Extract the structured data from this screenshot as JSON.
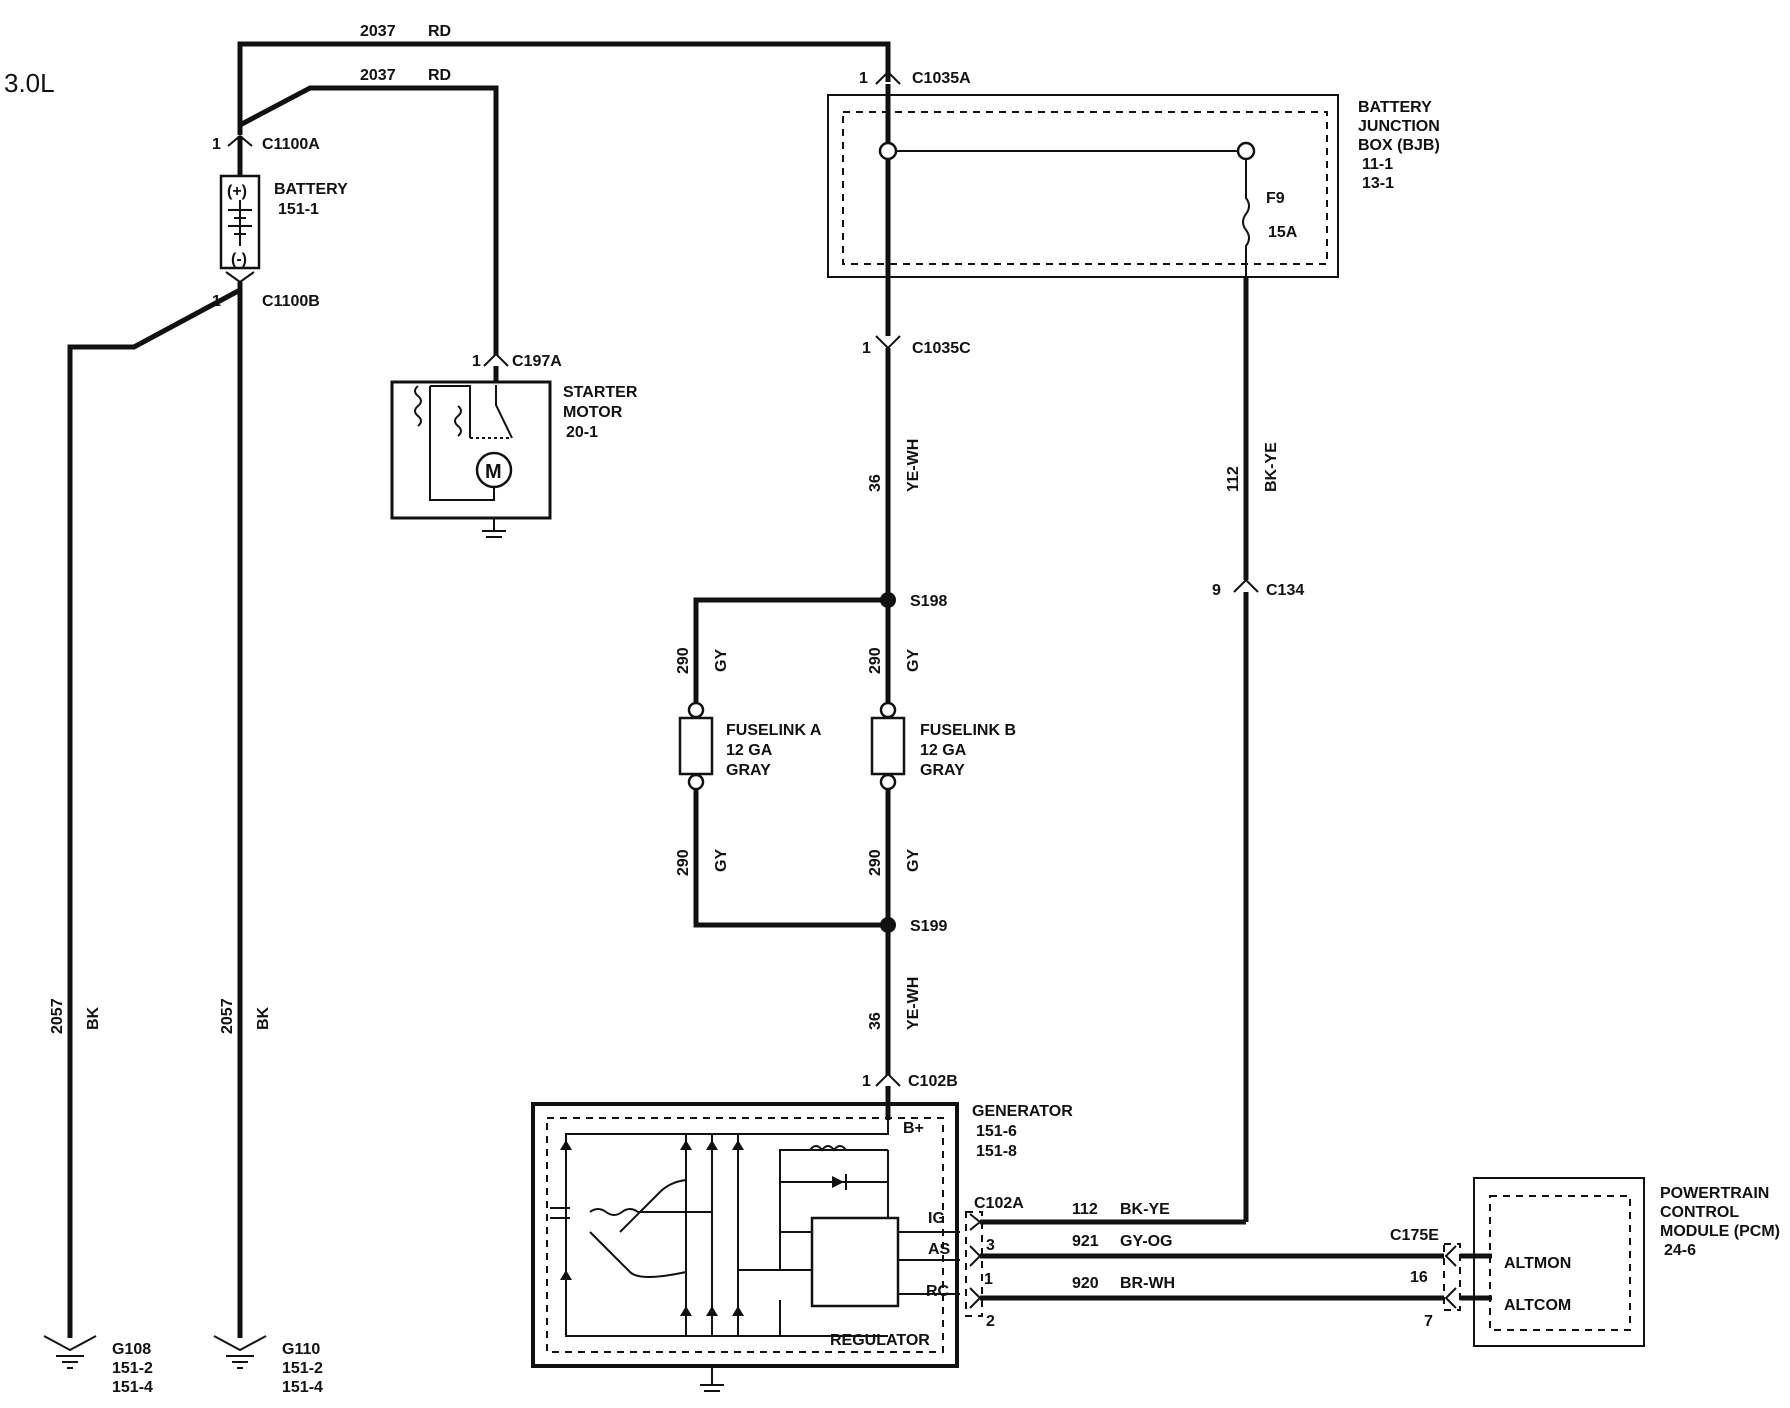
{
  "engine_label": "3.0L",
  "wires": {
    "top_outer": {
      "circuit": "2037",
      "color": "RD"
    },
    "top_inner": {
      "circuit": "2037",
      "color": "RD"
    },
    "bjb_out": {
      "circuit": "36",
      "color": "YE-WH"
    },
    "gen_in": {
      "circuit": "36",
      "color": "YE-WH"
    },
    "fuse_feed": {
      "circuit": "112",
      "color": "BK-YE"
    },
    "ground_left": {
      "circuit": "2057",
      "color": "BK"
    },
    "ground_right": {
      "circuit": "2057",
      "color": "BK"
    },
    "fl_a_top": {
      "circuit": "290",
      "color": "GY"
    },
    "fl_b_top": {
      "circuit": "290",
      "color": "GY"
    },
    "fl_a_bot": {
      "circuit": "290",
      "color": "GY"
    },
    "fl_b_bot": {
      "circuit": "290",
      "color": "GY"
    },
    "ig_line": {
      "circuit": "112",
      "color": "BK-YE"
    },
    "as_line": {
      "circuit": "921",
      "color": "GY-OG"
    },
    "rc_line": {
      "circuit": "920",
      "color": "BR-WH"
    }
  },
  "connectors": {
    "c1100a": {
      "name": "C1100A",
      "pin": "1"
    },
    "c1100b": {
      "name": "C1100B",
      "pin": "1"
    },
    "c197a": {
      "name": "C197A",
      "pin": "1"
    },
    "c1035a": {
      "name": "C1035A",
      "pin": "1"
    },
    "c1035c": {
      "name": "C1035C",
      "pin": "1"
    },
    "c134": {
      "name": "C134",
      "pin": "9"
    },
    "c102b": {
      "name": "C102B",
      "pin": "1"
    },
    "c102a": {
      "name": "C102A",
      "pin_as": "3",
      "pin_rc_top": "1",
      "pin_rc": "2"
    },
    "c175e": {
      "name": "C175E",
      "pin_altmon": "16",
      "pin_altcom": "7"
    }
  },
  "splices": {
    "s198": "S198",
    "s199": "S199"
  },
  "components": {
    "battery": {
      "name": "BATTERY",
      "ref": "151-1",
      "plus": "(+)",
      "minus": "(-)"
    },
    "starter": {
      "line1": "STARTER",
      "line2": "MOTOR",
      "ref": "20-1"
    },
    "bjb": {
      "line1": "BATTERY",
      "line2": "JUNCTION",
      "line3": "BOX (BJB)",
      "ref1": "11-1",
      "ref2": "13-1",
      "fuse": "F9",
      "fuse_rating": "15A"
    },
    "fuselink_a": {
      "line1": "FUSELINK A",
      "line2": "12 GA",
      "line3": "GRAY"
    },
    "fuselink_b": {
      "line1": "FUSELINK B",
      "line2": "12 GA",
      "line3": "GRAY"
    },
    "generator": {
      "name": "GENERATOR",
      "ref1": "151-6",
      "ref2": "151-8",
      "bplus": "B+",
      "ig": "IG",
      "as": "AS",
      "rc": "RC",
      "regulator": "REGULATOR"
    },
    "pcm": {
      "line1": "POWERTRAIN",
      "line2": "CONTROL",
      "line3": "MODULE (PCM)",
      "ref": "24-6",
      "altmon": "ALTMON",
      "altcom": "ALTCOM"
    }
  },
  "grounds": {
    "g108": {
      "name": "G108",
      "ref1": "151-2",
      "ref2": "151-4"
    },
    "g110": {
      "name": "G110",
      "ref1": "151-2",
      "ref2": "151-4"
    }
  }
}
